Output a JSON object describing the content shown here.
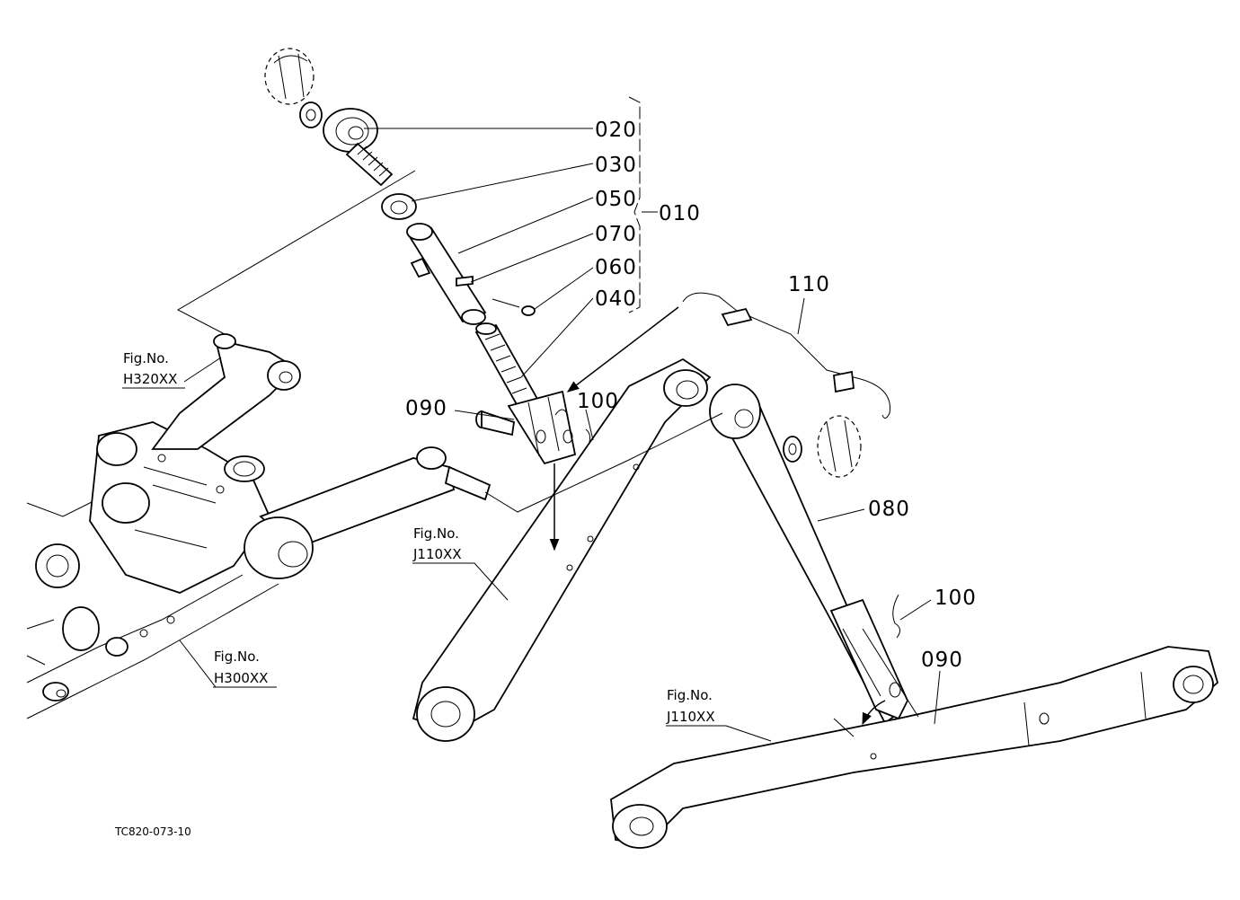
{
  "drawing_code": "TC820-073-10",
  "part_numbers": {
    "p020": "020",
    "p030": "030",
    "p050": "050",
    "p070": "070",
    "p060": "060",
    "p040": "040",
    "p010": "010",
    "p110": "110",
    "p090_left": "090",
    "p100_left": "100",
    "p080": "080",
    "p100_right": "100",
    "p090_right": "090"
  },
  "figure_refs": [
    {
      "label": "Fig.No.",
      "code": "H320XX"
    },
    {
      "label": "Fig.No.",
      "code": "J110XX"
    },
    {
      "label": "Fig.No.",
      "code": "H300XX"
    },
    {
      "label": "Fig.No.",
      "code": "J110XX"
    }
  ]
}
